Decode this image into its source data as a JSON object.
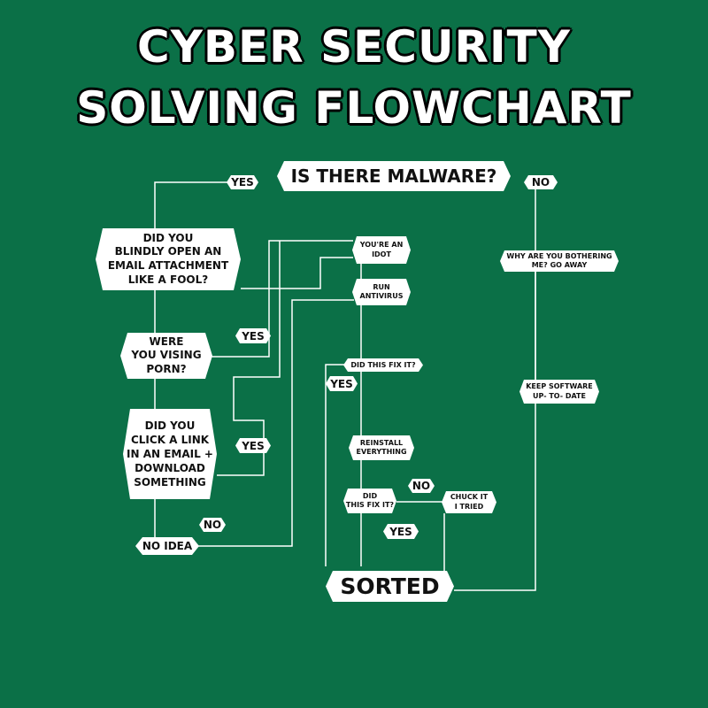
{
  "title": {
    "line1": "CYBER SECURITY",
    "line2": "SOLVING FLOWCHART"
  },
  "nodes": {
    "malware_q": "IS THERE MALWARE?",
    "email_q": "DID YOU\nBLINDLY OPEN AN\nEMAIL ATTACHMENT\nLIKE A FOOL?",
    "porn_q": "WERE\nYOU VISING\nPORN?",
    "link_q": "DID YOU\nCLICK A LINK\nIN AN EMAIL +\nDOWNLOAD\nSOMETHING",
    "no_idea": "NO IDEA",
    "idiot": "YOU'RE AN\nIDOT",
    "antivirus": "RUN\nANTIVIRUS",
    "fix_q1": "DID THIS FIX IT?",
    "reinstall": "REINSTALL\nEVERYTHING",
    "fix_q2": "DID\nTHIS FIX IT?",
    "chuck": "CHUCK IT\nI TRIED",
    "sorted": "SORTED",
    "bothering": "WHY ARE YOU BOTHERING\nME? GO AWAY",
    "keep": "KEEP SOFTWARE\nUP- TO- DATE"
  },
  "labels": {
    "yes_malware": "YES",
    "no_malware": "NO",
    "yes_porn": "YES",
    "yes_link": "YES",
    "no_link": "NO",
    "yes_fix1": "YES",
    "no_fix2": "NO",
    "yes_fix2": "YES"
  },
  "colors": {
    "background": "#0b7047",
    "box": "#ffffff",
    "line": "#ffffff",
    "text": "#111111"
  }
}
